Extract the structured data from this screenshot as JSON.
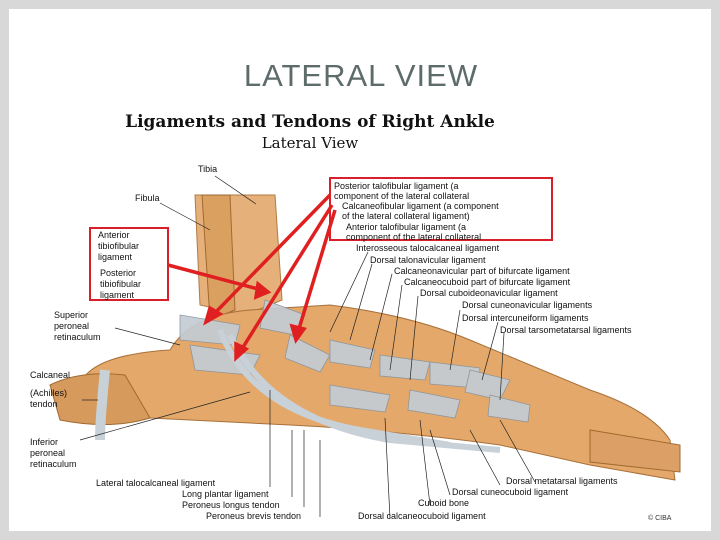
{
  "slide": {
    "title": "LATERAL VIEW"
  },
  "figure": {
    "title": "Ligaments and Tendons of Right Ankle",
    "subtitle": "Lateral View",
    "labels": {
      "tibia": "Tibia",
      "fibula": "Fibula",
      "anterior_tibiofibular": [
        "Anterior",
        "tibiofibular",
        "ligament"
      ],
      "posterior_tibiofibular": [
        "Posterior",
        "tibiofibular",
        "ligament"
      ],
      "superior_peroneal": [
        "Superior",
        "peroneal",
        "retinaculum"
      ],
      "calcaneal": [
        "Calcaneal",
        "(Achilles)",
        "tendon"
      ],
      "inferior_peroneal": [
        "Inferior",
        "peroneal",
        "retinaculum"
      ],
      "posterior_talofibular": [
        "Posterior talofibular ligament (a",
        "component of the lateral collateral"
      ],
      "calcaneofibular": [
        "Calcaneofibular ligament (a component",
        "of the lateral collateral ligament)"
      ],
      "anterior_talofibular": [
        "Anterior talofibular ligament (a",
        "component of the lateral collateral"
      ],
      "interosseous": "Interosseous talocalcaneal ligament",
      "dorsal_talonavicular": "Dorsal talonavicular ligament",
      "calcaneonavicular": "Calcaneonavicular part of bifurcate ligament",
      "calcaneocuboid_bif": "Calcaneocuboid part of bifurcate ligament",
      "dorsal_cuboideonavicular": "Dorsal cuboideonavicular ligament",
      "dorsal_cuneonavicular": "Dorsal cuneonavicular ligaments",
      "dorsal_intercuneiform": "Dorsal intercuneiform ligaments",
      "dorsal_tarsometatarsal": "Dorsal tarsometatarsal ligaments",
      "dorsal_metatarsal": "Dorsal metatarsal ligaments",
      "dorsal_cuneocuboid": "Dorsal cuneocuboid ligament",
      "cuboid_bone": "Cuboid bone",
      "dorsal_calcaneocuboid": "Dorsal calcaneocuboid ligament",
      "lateral_talocalcaneal": "Lateral talocalcaneal ligament",
      "long_plantar": "Long plantar ligament",
      "peroneus_longus": "Peroneus longus tendon",
      "peroneus_brevis": "Peroneus brevis tendon",
      "signature": "© CIBA"
    },
    "colors": {
      "highlight_box": "#d9202a",
      "arrow": "#e02020",
      "bone": "#e0a868",
      "ligament": "#b8c0c8"
    }
  }
}
